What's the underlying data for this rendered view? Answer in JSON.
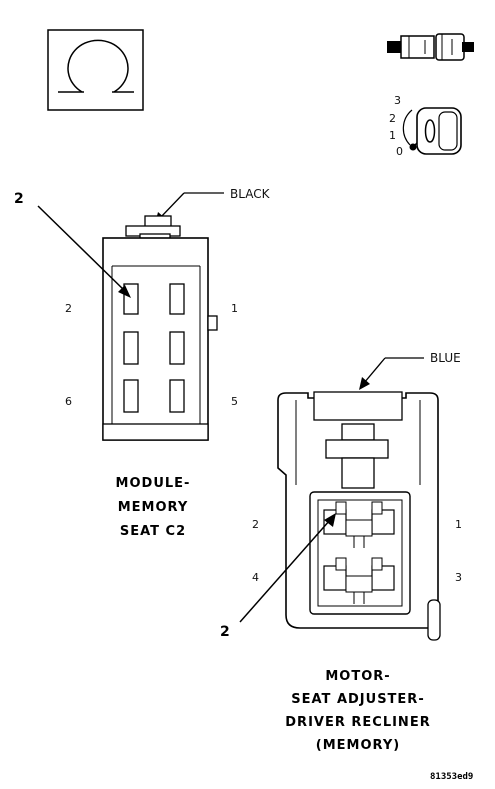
{
  "icons": {
    "view_symbol": "terminal-view-icon",
    "connector_symbol": "connector-halves-icon",
    "key_symbol": "ignition-key-icon",
    "key_positions": [
      "3",
      "2",
      "1",
      "0"
    ]
  },
  "connector_c2": {
    "color_label": "BLACK",
    "callout": "2",
    "pin_labels": {
      "top_left": "2",
      "top_right": "1",
      "bottom_left": "6",
      "bottom_right": "5"
    },
    "caption_lines": [
      "MODULE-",
      "MEMORY",
      "SEAT C2"
    ]
  },
  "connector_recliner": {
    "color_label": "BLUE",
    "callout": "2",
    "pin_labels": {
      "top_left": "2",
      "top_right": "1",
      "bottom_left": "4",
      "bottom_right": "3"
    },
    "caption_lines": [
      "MOTOR-",
      "SEAT ADJUSTER-",
      "DRIVER RECLINER",
      "(MEMORY)"
    ]
  },
  "figure_code": "81353ed9"
}
